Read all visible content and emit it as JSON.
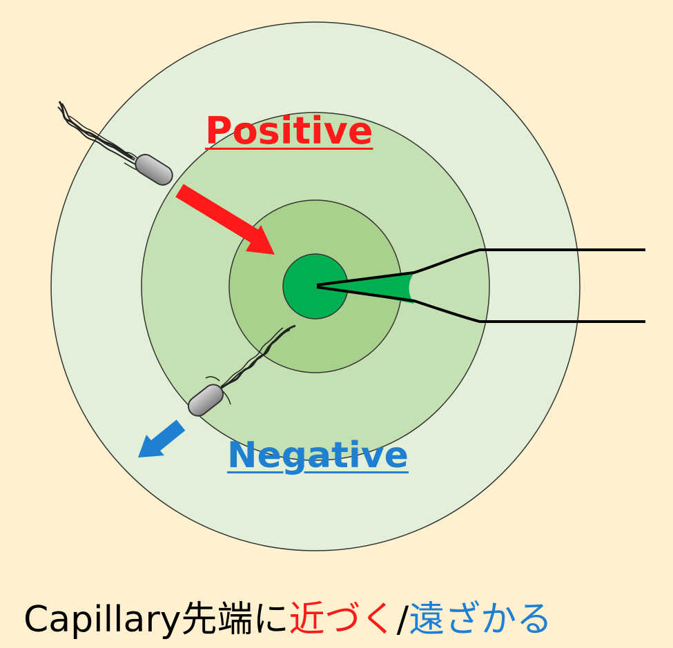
{
  "labels": {
    "positive": "Positive",
    "negative": "Negative"
  },
  "caption": {
    "part1": "Capillary先端に",
    "part2": "近づく",
    "part3": "/",
    "part4": "遠ざかる"
  },
  "colors": {
    "background": "#fff1cf",
    "ring_outer": "#e2efd9",
    "ring_middle": "#c5e0b3",
    "ring_inner": "#a9d18e",
    "source": "#00b050",
    "positive": "#ff1a1a",
    "negative": "#1f7fd0",
    "bacterium": "#a6a6a6"
  },
  "icons": {
    "bacterium": "bacterium-icon",
    "capillary": "capillary-icon"
  }
}
